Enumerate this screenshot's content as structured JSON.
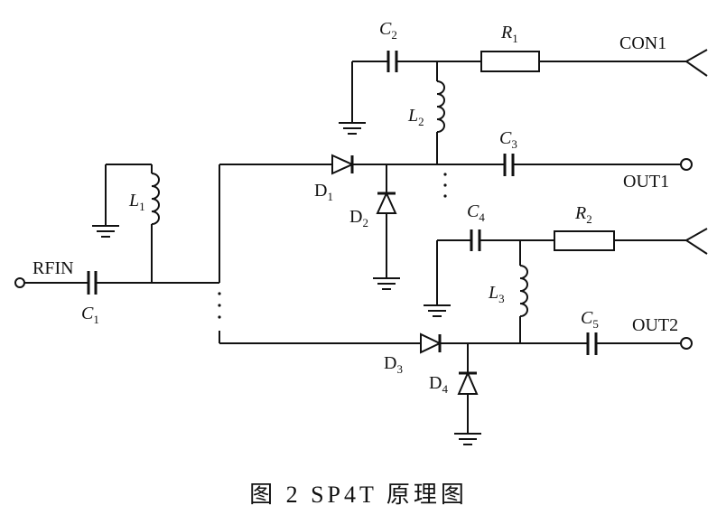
{
  "caption": "图 2   SP4T 原理图",
  "components": {
    "C1": {
      "letter": "C",
      "sub": "1"
    },
    "C2": {
      "letter": "C",
      "sub": "2"
    },
    "C3": {
      "letter": "C",
      "sub": "3"
    },
    "C4": {
      "letter": "C",
      "sub": "4"
    },
    "C5": {
      "letter": "C",
      "sub": "5"
    },
    "L1": {
      "letter": "L",
      "sub": "1"
    },
    "L2": {
      "letter": "L",
      "sub": "2"
    },
    "L3": {
      "letter": "L",
      "sub": "3"
    },
    "R1": {
      "letter": "R",
      "sub": "1"
    },
    "R2": {
      "letter": "R",
      "sub": "2"
    },
    "D1": {
      "letter": "D",
      "sub": "1"
    },
    "D2": {
      "letter": "D",
      "sub": "2"
    },
    "D3": {
      "letter": "D",
      "sub": "3"
    },
    "D4": {
      "letter": "D",
      "sub": "4"
    }
  },
  "ports": {
    "rfin": "RFIN",
    "con1": "CON1",
    "out1": "OUT1",
    "out2": "OUT2"
  }
}
